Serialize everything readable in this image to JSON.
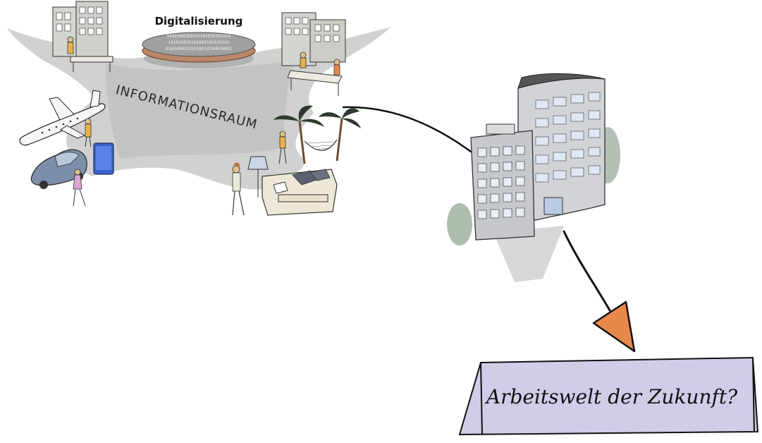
{
  "digitalisierung": {
    "title": "Digitalisierung",
    "binary_rows": [
      "0101000101010101010101010",
      "101010010101000101010101",
      "010100010101001010010001"
    ]
  },
  "information_space": {
    "label": "INFORMATIONSRAUM"
  },
  "future_sign": {
    "text": "Arbeitswelt der Zukunft?"
  },
  "colors": {
    "space_gray": "#c9c9c9",
    "disc_top": "#a0a0a0",
    "disc_rim": "#b8876a",
    "building": "#c7c8cc",
    "window": "#dfe8f4",
    "sign_fill": "#cfcde8",
    "arrow_head": "#e8884a",
    "tree": "#9fb2a0"
  }
}
